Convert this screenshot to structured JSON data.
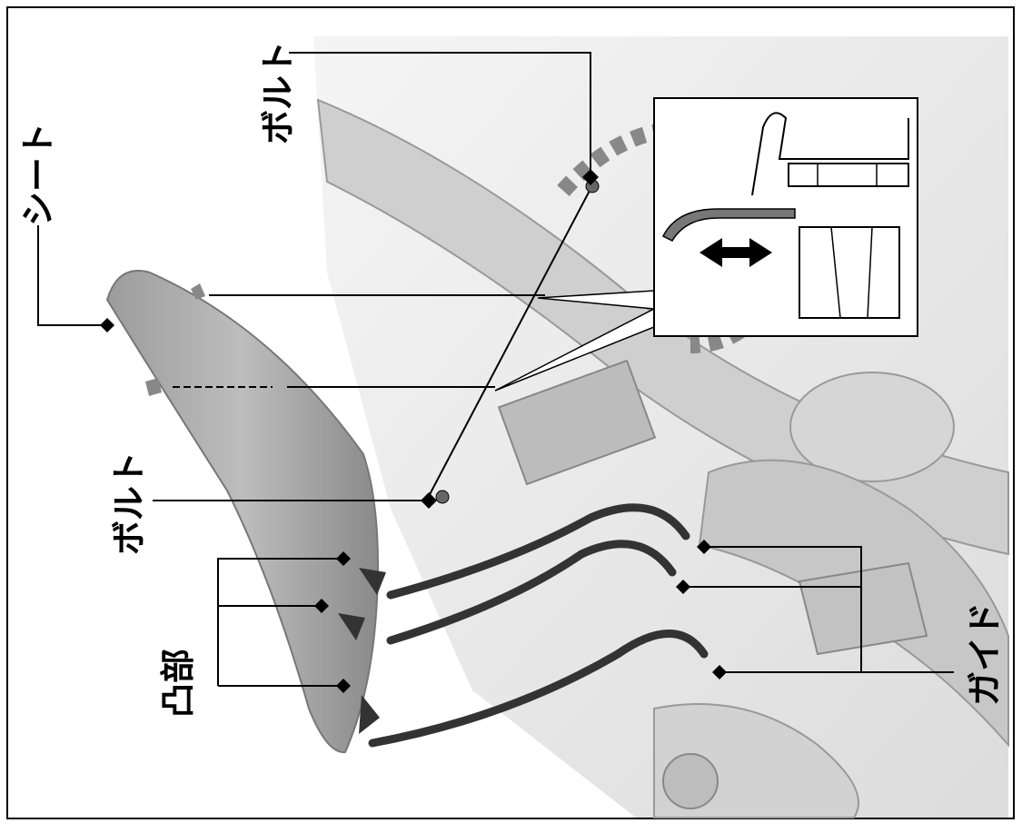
{
  "labels": {
    "seat": "シート",
    "bolt_top": "ボルト",
    "bolt_bottom": "ボルト",
    "boss": "凸部",
    "guide": "ガイド"
  },
  "colors": {
    "line": "#000000",
    "arrow": "#333333",
    "part_shading": "#bdbdbd"
  }
}
